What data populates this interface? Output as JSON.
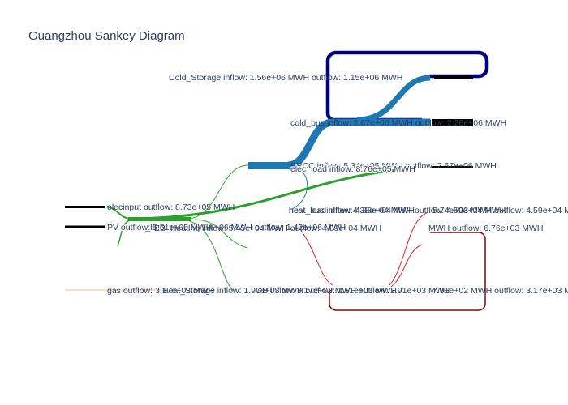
{
  "title": "Guangzhou Sankey Diagram",
  "colors": {
    "title_text": "#2a3f5f",
    "label_text": "#2a3f5f",
    "node_fill": "#000000",
    "elec_link": "#2ca02c",
    "cold_link": "#1f77b4",
    "heat_link": "#d62728",
    "gas_link": "#ffbb78",
    "cold_loop": "#000080",
    "heat_loop": "#8b0000",
    "link_gray": "#999999"
  },
  "nodes": [
    {
      "id": "elecinput",
      "label": "elecinput  outflow: 8.73e+05 MWH"
    },
    {
      "id": "pv",
      "label": "PV  outflow: 5.51e+05 MWH"
    },
    {
      "id": "gas",
      "label": "gas  outflow: 3.17e+03 MWH"
    },
    {
      "id": "elec_bus",
      "label": "elec_bus  inflow: 1.42e+06 MWH  outflow: 1.42e+06 MWH"
    },
    {
      "id": "heat_storage",
      "label": "Heat_Storage  inflow: 1.97e+03 MWH  outflow: 1.51e+03 MWH"
    },
    {
      "id": "eb_h",
      "label": "EB_Heating  inflow: 5.45e+04 MWH  outflow: 4.09e+04 MWH"
    },
    {
      "id": "gb",
      "label": "GB  inflow: 3.17e+03 MWH  outflow: 2.91e+03 MWH"
    },
    {
      "id": "ercc",
      "label": "ERCC  inflow: 5.34e+05 MWH  outflow: 2.67e+06 MWH"
    },
    {
      "id": "heat_bus",
      "label": "heat_bus  inflow: 4.38e+04 MWH  outflow: 4.59e+04 MWH"
    },
    {
      "id": "heat_load",
      "label": "heat_load  inflow: 4.38e+04 MWH"
    },
    {
      "id": "elec_load",
      "label": "elec_load  inflow: 8.76e+05 MWH"
    },
    {
      "id": "cold_bus",
      "label": "cold_bus  inflow: 2.67e+06 MWH  outflow: 2.26e+06 MWH"
    },
    {
      "id": "cold_load",
      "label": "cold_load  inflow: 2.26e+06 MWH"
    },
    {
      "id": "cold_storage",
      "label": "Cold_Storage  inflow: 1.56e+06 MWH  outflow: 1.15e+06 MWH"
    },
    {
      "id": "hs_fragment",
      "label": "5.74e+03 MWH  outflow: 4.59e+04 MWH"
    },
    {
      "id": "gb_out",
      "label": "MWH  outflow: 6.76e+03 MWH"
    },
    {
      "id": "gb_fragment",
      "label": "7.91e+02 MWH  outflow: 3.17e+03 MWH"
    }
  ],
  "links": [
    {
      "source": "elecinput",
      "target": "elec_bus",
      "value": 873000.0,
      "color": "elec_link"
    },
    {
      "source": "pv",
      "target": "elec_bus",
      "value": 551000.0,
      "color": "elec_link"
    },
    {
      "source": "gas",
      "target": "gb",
      "value": 3170.0,
      "color": "gas_link"
    },
    {
      "source": "elec_bus",
      "target": "elec_load",
      "value": 876000.0,
      "color": "elec_link"
    },
    {
      "source": "elec_bus",
      "target": "ercc",
      "value": 534000.0,
      "color": "elec_link"
    },
    {
      "source": "elec_bus",
      "target": "eb_h",
      "value": 54500.0,
      "color": "elec_link"
    },
    {
      "source": "elec_bus",
      "target": "heat_storage",
      "value": 1970.0,
      "color": "elec_link"
    },
    {
      "source": "ercc",
      "target": "cold_bus",
      "value": 2670000.0,
      "color": "cold_link"
    },
    {
      "source": "cold_bus",
      "target": "cold_load",
      "value": 2260000.0,
      "color": "cold_link"
    },
    {
      "source": "cold_bus",
      "target": "cold_storage",
      "value": 1560000.0,
      "color": "cold_link"
    },
    {
      "source": "cold_storage",
      "target": "cold_bus",
      "value": 1150000.0,
      "color": "cold_loop"
    },
    {
      "source": "ercc",
      "target": "heat_load",
      "value": 43800.0,
      "color": "cold_link"
    },
    {
      "source": "eb_h",
      "target": "heat_bus",
      "value": 40900.0,
      "color": "heat_link"
    },
    {
      "source": "gb",
      "target": "heat_bus",
      "value": 2910.0,
      "color": "heat_link"
    },
    {
      "source": "heat_bus",
      "target": "heat_load",
      "value": 43800.0,
      "color": "heat_link"
    },
    {
      "source": "heat_bus",
      "target": "heat_storage",
      "value": 5740.0,
      "color": "heat_link"
    },
    {
      "source": "heat_storage",
      "target": "heat_bus",
      "value": 1510.0,
      "color": "heat_loop"
    }
  ]
}
